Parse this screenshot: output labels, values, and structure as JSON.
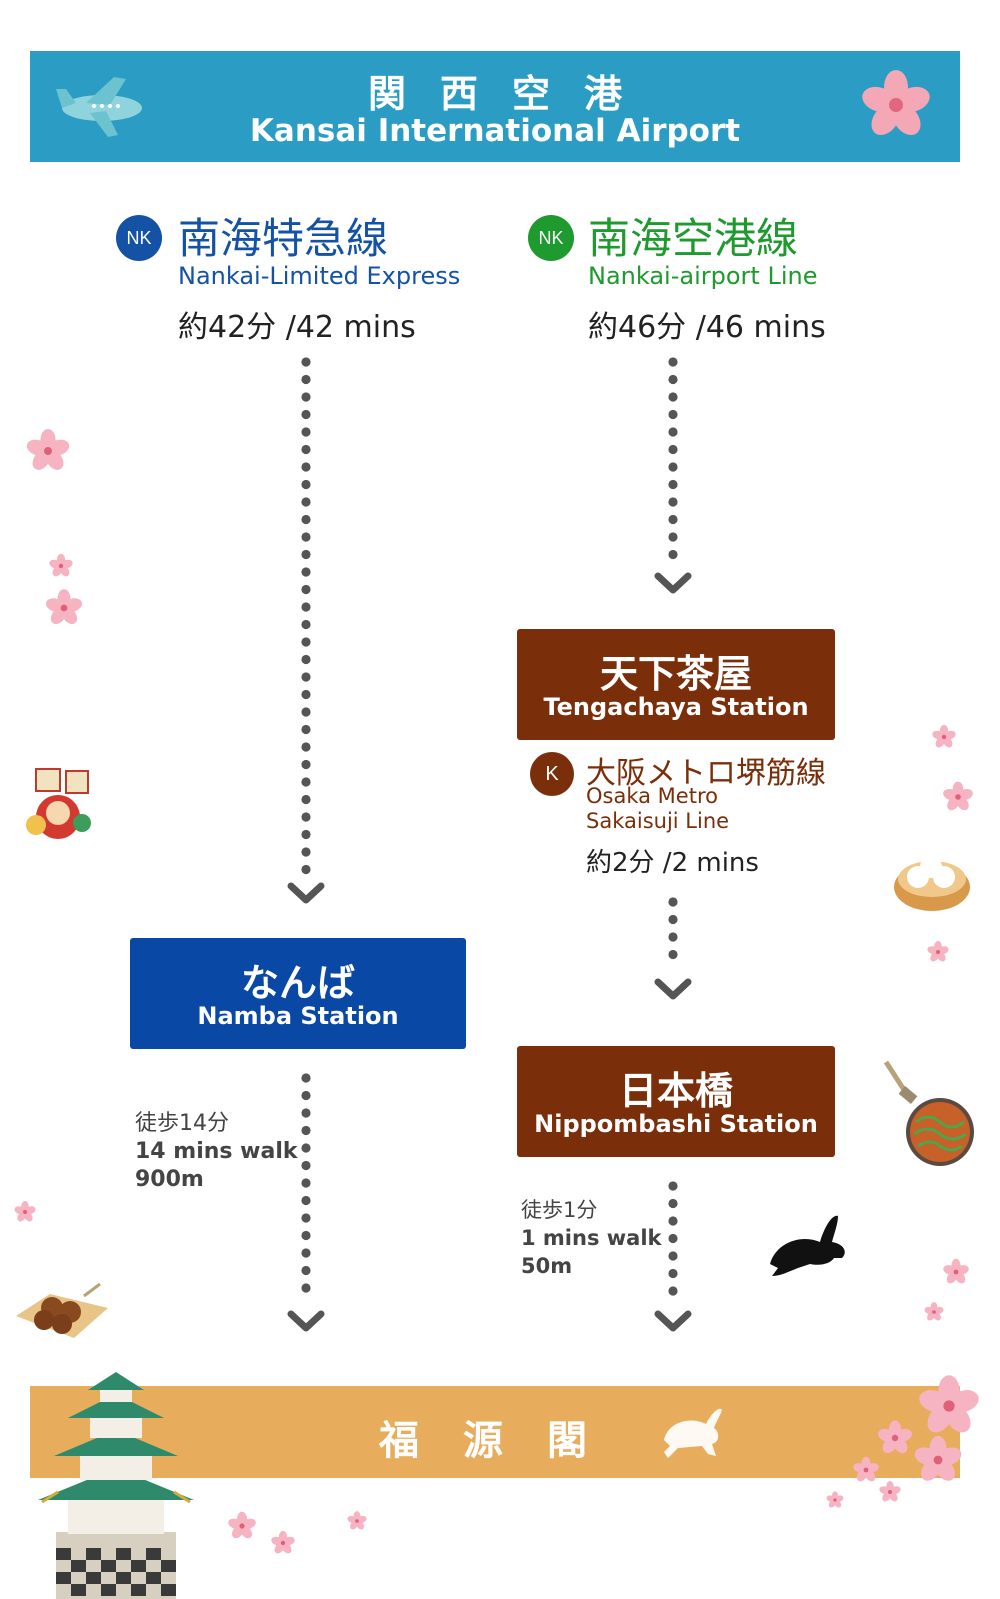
{
  "header": {
    "title_jp": "関西空港",
    "title_en": "Kansai International Airport",
    "color": "#2b9dc4"
  },
  "routes": [
    {
      "badge": "NK",
      "badge_color": "#1452a6",
      "line_jp": "南海特急線",
      "line_en": "Nankai-Limited Express",
      "line_color": "#1452a6",
      "duration": "約42分 /42 mins"
    },
    {
      "badge": "NK",
      "badge_color": "#1e9a2e",
      "line_jp": "南海空港線",
      "line_en": "Nankai-airport Line",
      "line_color": "#1e9a2e",
      "duration": "約46分 /46 mins"
    }
  ],
  "stations": {
    "tengachaya": {
      "jp": "天下茶屋",
      "en": "Tengachaya Station",
      "color": "#7a2e0a"
    },
    "namba": {
      "jp": "なんば",
      "en": "Namba Station",
      "color": "#0a48a6"
    },
    "nippombashi": {
      "jp": "日本橋",
      "en": "Nippombashi Station",
      "color": "#7a2e0a"
    }
  },
  "metro": {
    "badge": "K",
    "badge_color": "#7a2e0a",
    "line_jp": "大阪メトロ堺筋線",
    "line_en_1": "Osaka Metro",
    "line_en_2": "Sakaisuji Line",
    "duration": "約2分 /2 mins"
  },
  "walks": {
    "namba": {
      "jp": "徒歩14分",
      "en": "14 mins walk",
      "dist": "900m"
    },
    "nippombashi": {
      "jp": "徒歩1分",
      "en": "1 mins walk",
      "dist": "50m"
    }
  },
  "footer": {
    "title": "福源閣",
    "color": "#e8ad5c"
  },
  "icons": [
    "airplane-icon",
    "sakura-icon",
    "daruma-icon",
    "steamed-bun-icon",
    "okonomiyaki-icon",
    "takoyaki-icon",
    "rabbit-icon",
    "osaka-castle-icon"
  ]
}
